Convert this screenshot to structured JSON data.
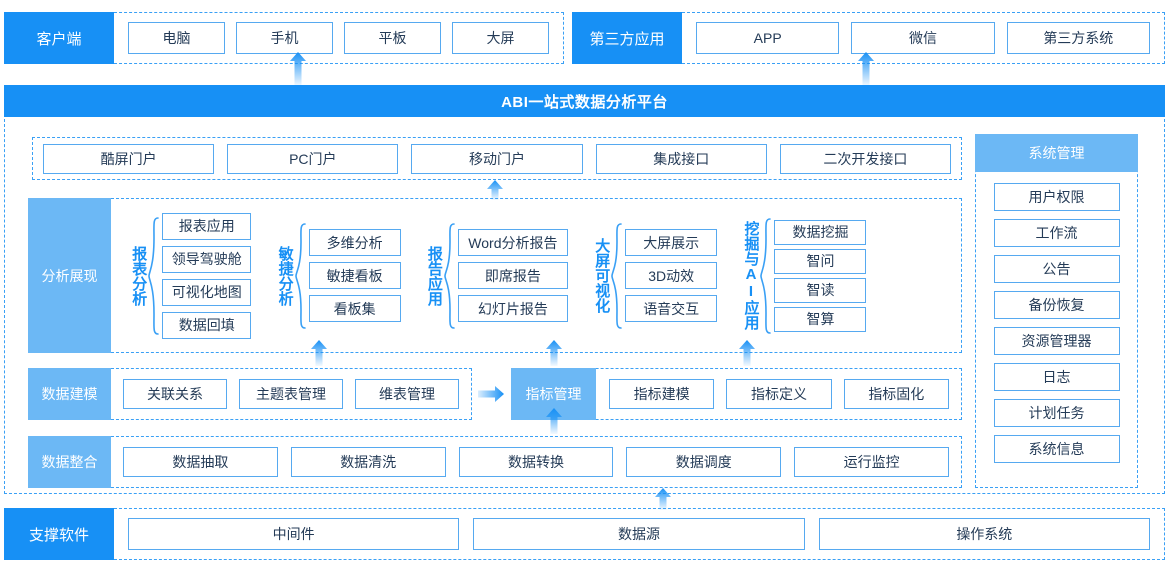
{
  "platform": {
    "title": "ABI一站式数据分析平台",
    "accent_solid": "#1790f5",
    "accent_light": "#6cb8f5",
    "border": "#56a9f0"
  },
  "client": {
    "caption": "客户端",
    "items": [
      "电脑",
      "手机",
      "平板",
      "大屏"
    ]
  },
  "third_party": {
    "caption": "第三方应用",
    "items": [
      "APP",
      "微信",
      "第三方系统"
    ]
  },
  "portals": {
    "items": [
      "酷屏门户",
      "PC门户",
      "移动门户",
      "集成接口",
      "二次开发接口"
    ]
  },
  "analysis": {
    "caption": "分析展现",
    "groups": [
      {
        "label": "报表分析",
        "items": [
          "报表应用",
          "领导驾驶舱",
          "可视化地图",
          "数据回填"
        ]
      },
      {
        "label": "敏捷分析",
        "items": [
          "多维分析",
          "敏捷看板",
          "看板集"
        ]
      },
      {
        "label": "报告应用",
        "items": [
          "Word分析报告",
          "即席报告",
          "幻灯片报告"
        ]
      },
      {
        "label": "大屏可视化",
        "items": [
          "大屏展示",
          "3D动效",
          "语音交互"
        ]
      },
      {
        "label": "挖掘与AI应用",
        "items": [
          "数据挖掘",
          "智问",
          "智读",
          "智算"
        ]
      }
    ]
  },
  "modeling": {
    "caption": "数据建模",
    "items": [
      "关联关系",
      "主题表管理",
      "维表管理"
    ]
  },
  "metrics": {
    "caption": "指标管理",
    "items": [
      "指标建模",
      "指标定义",
      "指标固化"
    ]
  },
  "integration": {
    "caption": "数据整合",
    "items": [
      "数据抽取",
      "数据清洗",
      "数据转换",
      "数据调度",
      "运行监控"
    ]
  },
  "system_management": {
    "caption": "系统管理",
    "items": [
      "用户权限",
      "工作流",
      "公告",
      "备份恢复",
      "资源管理器",
      "日志",
      "计划任务",
      "系统信息"
    ]
  },
  "support": {
    "caption": "支撑软件",
    "items": [
      "中间件",
      "数据源",
      "操作系统"
    ]
  }
}
